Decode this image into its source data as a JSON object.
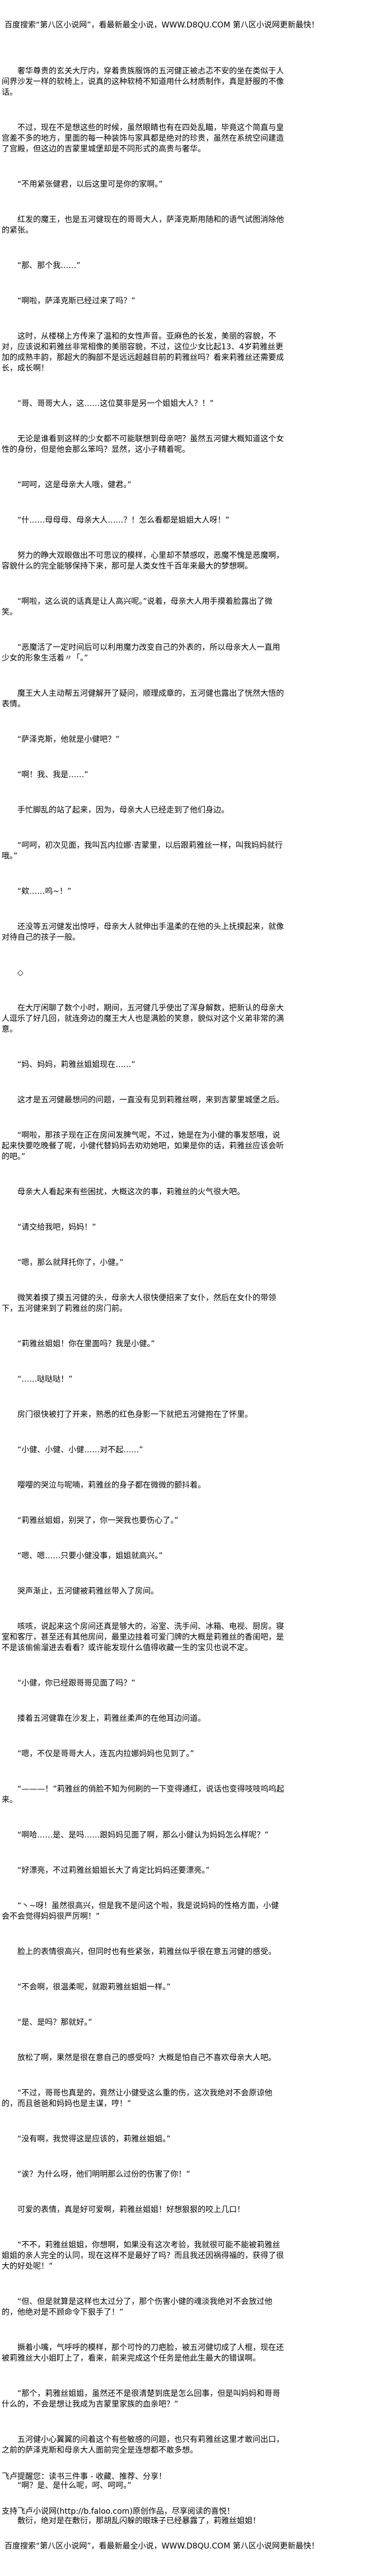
{
  "header": {
    "banner": "百度搜索“第八区小说网”，看最新最全小说，WWW.D8QU.COM  第八区小说网更新最快！"
  },
  "article": {
    "paragraphs": [
      "奢华尊贵的玄关大厅内，穿着贵族服饰的五河健正被忐忑不安的坐在类似于人间界沙发一样的软椅上，说真的这种软椅不知道用什么材质制作，真是舒服的不像话。",
      "不过，现在不是想这些的时候，虽然眼睛也有在四处乱瞄，毕竟这个简直与皇宫差不多的地方，里面的每一种装饰与家具都是绝对的珍贵，虽然在系统空间建造了宫殿，但这边的吉蒙里城堡却是不同形式的高贵与奢华。",
      "“不用紧张健君，以后这里可是你的家啊。”",
      "红发的魔王，也是五河健现在的哥哥大人，萨泽克斯用随和的语气试图消除他的紧张。",
      "“那、那个我……”",
      "“啊啦，萨泽克斯已经过来了吗？”",
      "这时，从楼梯上方传来了温和的女性声音。亚麻色的长发，美丽的容貌，不对，应该说和莉雅丝非常相像的美丽容貌，不过，这位少女比起13、4岁莉雅丝更加的成熟丰韵，那超大的胸部不是远远超越目前的莉雅丝吗？看来莉雅丝还需要成长，成长啊！",
      "“哥、哥哥大人，这……这位莫非是另一个姐姐大人？！”",
      "无论是谁看到这样的少女都不可能联想到母亲吧？虽然五河健大概知道这个女性的身份，但是他会那么笨吗？显然，这小子精着呢。",
      "“呵呵，这是母亲大人哦，健君。”",
      "“什……母母母、母亲大人……？！怎么看都是姐姐大人呀！”",
      "努力的睁大双眼做出不可思议的模样，心里却不禁感叹，恶魔不愧是恶魔啊，容貌什么的完全能够保持下来，那可是人类女性千百年来最大的梦想啊。",
      "“啊啦，这么说的话真是让人高兴呢。”说着，母亲大人用手摸着脸露出了微笑。",
      "“恶魔活了一定时间后可以利用魔力改变自己的外表的，所以母亲大人一直用少女的形象生活着〃「。”",
      "魔王大人主动帮五河健解开了疑问，顺理成章的，五河健也露出了恍然大悟的表情。",
      "“萨泽克斯，他就是小健吧？”",
      "“啊！我、我是……”",
      "手忙脚乱的站了起来，因为，母亲大人已经走到了他们身边。",
      "“呵呵，初次见面，我叫瓦内拉娜·吉蒙里，以后跟莉雅丝一样，叫我妈妈就行哦。”",
      "“欸……呜~！”",
      "还没等五河健发出惊呼，母亲大人就伸出手温柔的在他的头上抚摸起来，就像对待自己的孩子一般。",
      "◇",
      "在大厅闲聊了数个小时，期间，五河健几乎使出了浑身解数，把新认的母亲大人逗乐了好几回，就连旁边的魔王大人也是满脸的笑意，貌似对这个义弟非常的满意。",
      "“妈、妈妈，莉雅丝姐姐现在……”",
      "这才是五河健最想问的问题，一直没有见到莉雅丝啊，来到吉蒙里城堡之后。",
      "“啊啦，那孩子现在正在房间发脾气呢，不过，她是在为小健的事发怒哦，说起来快要吃晚餐了呢，小健代替妈妈去劝劝她吧，如果是你的话，莉雅丝应该会听的吧。”",
      "母亲大人看起来有些困扰，大概这次的事，莉雅丝的火气很大吧。",
      "“请交给我吧，妈妈！”",
      "“嗯，那么就拜托你了，小健。”",
      "微笑着摸了摸五河健的头，母亲大人很快便招来了女仆，然后在女仆的带领下，五河健来到了莉雅丝的房门前。",
      "“莉雅丝姐姐！你在里面吗？我是小健。”",
      "“……哒哒哒！”",
      "房门很快被打了开来，熟悉的红色身影一下就把五河健抱在了怀里。",
      "“小健、小健、小健……对不起……”",
      "嘤嘤的哭泣与呢喃，莉雅丝的身子都在微微的颤抖着。",
      "“莉雅丝姐姐，别哭了，你一哭我也要伤心了。”",
      "“嗯、嗯……只要小健没事，姐姐就高兴。”",
      "哭声渐止，五河健被莉雅丝带入了房间。",
      "咳咳，说起来这个房间还真是够大的，浴室、洗手间、冰箱、电视、厨房。寝室和客厅，甚至还有其他房间，最里边挂着可爱门牌的大概是莉雅丝的香闺吧，是不是该偷偷溜进去看看？或许能发现什么值得收藏一生的宝贝也说不定。",
      "“小健，你已经跟哥哥见面了吗？”",
      "搂着五河健靠在沙发上，莉雅丝柔声的在他耳边问道。",
      "“嗯，不仅是哥哥大人，连瓦内拉娜妈妈也见到了。”",
      "“———！”莉雅丝的俏脸不知为何刷的一下变得通红，说话也变得吱吱呜呜起来。",
      "“啊哈……是、是吗……跟妈妈见面了啊，那么小健认为妈妈怎么样呢？”",
      "“好漂亮，不过莉雅丝姐姐长大了肯定比妈妈还要漂亮。”",
      "“丶~呀！虽然很高兴，但是我不是问这个啦，我是说妈妈的性格方面，小健会不会觉得妈妈很严厉啊！”",
      "脸上的表情很高兴，但同时也有些紧张，莉雅丝似乎很在意五河健的感受。",
      "“不会啊，很温柔呢，就跟莉雅丝姐姐一样。”",
      "“是、是吗？那就好。”",
      "放松了啊，果然是很在意自己的感受吗？大概是怕自己不喜欢母亲大人吧。",
      "“不过，哥哥也真是的，竟然让小健受这么重的伤，这次我绝对不会原谅他的，而且爸爸和妈妈也是主谋，哼！”",
      "“没有啊，我觉得这是应该的，莉雅丝姐姐。”",
      "“诶？为什么呀，他们明明那么过份的伤害了你！”",
      "可爱的表情，真是好可爱啊，莉雅丝姐姐！好想狠狠的咬上几口！",
      "“不不，莉雅丝姐姐，你想啊，如果没有这次考验，我就很可能不能被莉雅丝姐姐的亲人完全的认同，现在这样不是最好了吗？而且我还因祸得福的，获得了很大的好处呢！”",
      "“但、但是就算是这样也太过分了，那个伤害小健的魂淡我绝对不会放过他的，他绝对是不顾命令下狠手了！”",
      "撅着小嘴，气呼呼的模样，那个可怜的刀疤脸，被五河健切成了人棍，现在还被莉雅丝大小姐盯上了，看来，前来完成这个任务是他此生最大的错误啊。",
      "“那个，莉雅丝姐姐，虽然还不是很清楚到底是怎么回事，但是叫妈妈和哥哥什么的，不会是想让我成为吉蒙里家族的血亲吧？”",
      "五河健小心翼翼的问着这个有些敏感的问题，也只有莉雅丝这里才敢问出口，之前的萨泽克斯和母亲大人面前完全是连想都不敢多想。",
      "“啊？是、是什么呢，呵、呵呵。”",
      "敷衍，绝对是在敷衍，那胡乱闪躲的眼珠子已经暴露了，莉雅丝姐姐！"
    ]
  },
  "footer": {
    "reminder": "飞卢提醒您：读书三件事 - 收藏、推荐、分享！",
    "support": "支持飞卢小说网(http://b.faloo.com)原创作品，尽享阅读的喜悦！",
    "banner": "百度搜索“第八区小说网”，看最新最全小说，WWW.D8QU.COM  第八区小说网更新最快！"
  }
}
